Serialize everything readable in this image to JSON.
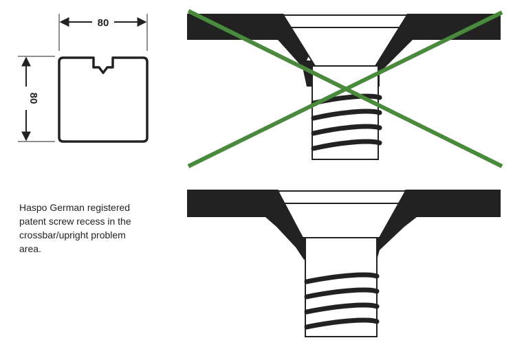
{
  "profile": {
    "width_label": "80",
    "height_label": "80"
  },
  "caption": {
    "lines": [
      "Haspo German registered",
      "patent screw recess in the",
      "crossbar/upright problem",
      "area."
    ]
  },
  "colors": {
    "ink": "#222222",
    "cross": "#4a8a3c",
    "white": "#ffffff"
  }
}
